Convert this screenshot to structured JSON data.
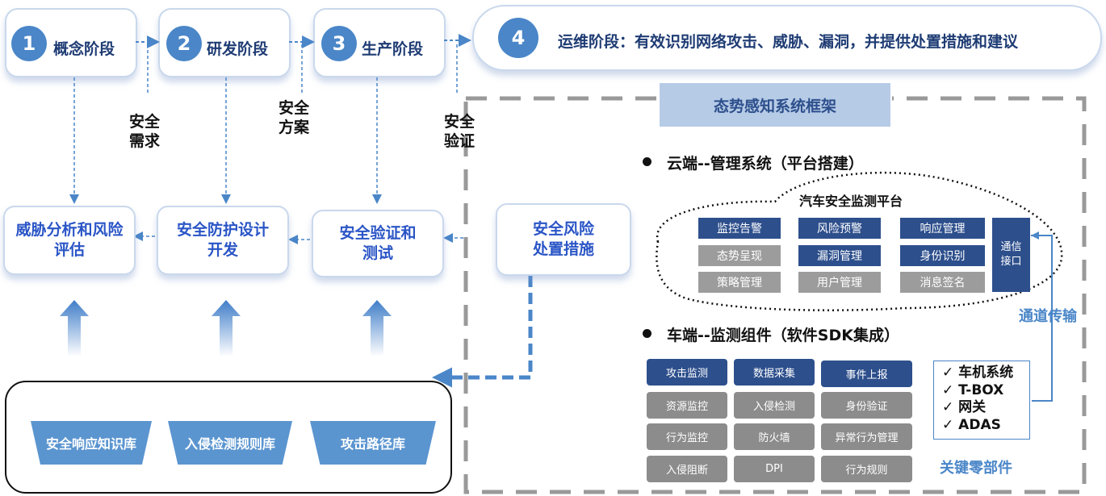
{
  "stages": [
    {
      "num": "1",
      "label": "概念阶段"
    },
    {
      "num": "2",
      "label": "研发阶段"
    },
    {
      "num": "3",
      "label": "生产阶段"
    },
    {
      "num": "4",
      "label": "运维阶段：有效识别网络攻击、威胁、漏洞，并提供处置措施和建议"
    }
  ],
  "transitions": {
    "t1_line1": "安全",
    "t1_line2": "需求",
    "t2_line1": "安全",
    "t2_line2": "方案",
    "t3_line1": "安全",
    "t3_line2": "验证"
  },
  "middle": {
    "threat_line1": "威胁分析和风险",
    "threat_line2": "评估",
    "design_line1": "安全防护设计",
    "design_line2": "开发",
    "verify_line1": "安全验证和",
    "verify_line2": "测试",
    "risk_line1": "安全风险",
    "risk_line2": "处置措施"
  },
  "knowledge": [
    "安全响应知识库",
    "入侵检测规则库",
    "攻击路径库"
  ],
  "framework": {
    "title": "态势感知系统框架",
    "cloud_heading": "云端--管理系统（平台搭建）",
    "platform_title": "汽车安全监测平台",
    "cloud_items": [
      "监控告警",
      "风险预警",
      "响应管理",
      "态势呈现",
      "漏洞管理",
      "身份识别",
      "策略管理",
      "用户管理",
      "消息签名"
    ],
    "comm_line1": "通信",
    "comm_line2": "接口",
    "channel_label": "通道传输",
    "vehicle_heading": "车端--监测组件（软件SDK集成）",
    "vehicle_items": [
      "攻击监测",
      "数据采集",
      "事件上报",
      "资源监控",
      "入侵检测",
      "身份验证",
      "行为监控",
      "防火墙",
      "异常行为管理",
      "入侵阻断",
      "DPI",
      "行为规则"
    ],
    "parts": [
      "车机系统",
      "T-BOX",
      "网关",
      "ADAS"
    ],
    "check": "✓",
    "parts_label": "关键零部件"
  },
  "colors": {
    "accent_blue": "#4a86c8",
    "dark_chip": "#2d4f8c",
    "gray_chip": "#9c9c9c",
    "label_blue": "#2a55c6"
  }
}
